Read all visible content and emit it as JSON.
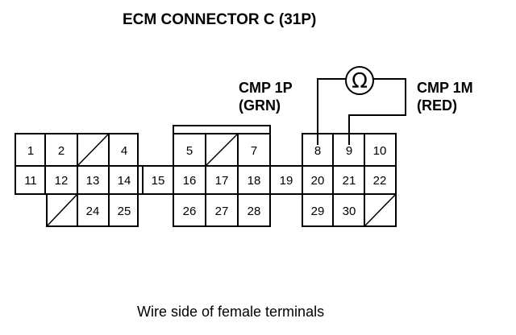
{
  "title": "ECM CONNECTOR C (31P)",
  "probe_left": {
    "line1": "CMP 1P",
    "line2": "(GRN)"
  },
  "probe_right": {
    "line1": "CMP 1M",
    "line2": "(RED)"
  },
  "meter_symbol": "Ω",
  "caption": "Wire side of female terminals",
  "terminals": {
    "t1": "1",
    "t2": "2",
    "t4": "4",
    "t5": "5",
    "t7": "7",
    "t8": "8",
    "t9": "9",
    "t10": "10",
    "t11": "11",
    "t12": "12",
    "t13": "13",
    "t14": "14",
    "t15": "15",
    "t16": "16",
    "t17": "17",
    "t18": "18",
    "t19": "19",
    "t20": "20",
    "t21": "21",
    "t22": "22",
    "t24": "24",
    "t25": "25",
    "t26": "26",
    "t27": "27",
    "t28": "28",
    "t29": "29",
    "t30": "30"
  }
}
